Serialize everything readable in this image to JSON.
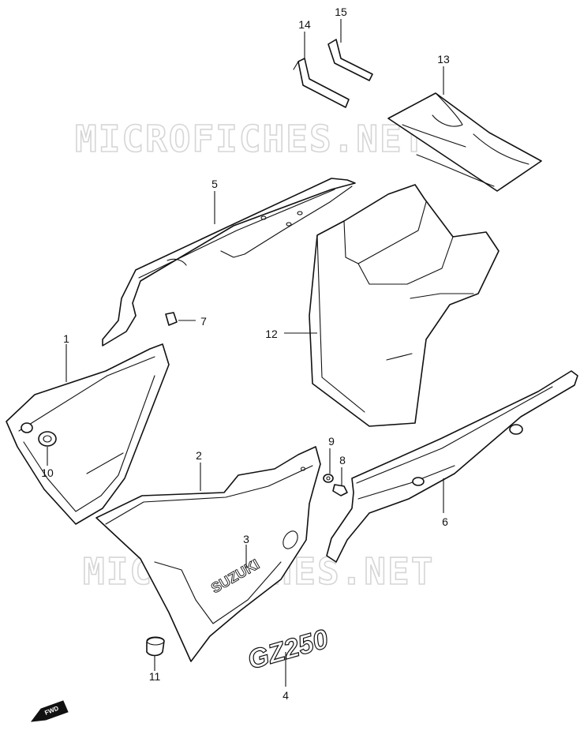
{
  "watermark": {
    "text_top": "MICROFICHES.NET",
    "text_bottom": "MICROFICHES.NET"
  },
  "emblems": {
    "brand_text": "SUZUKI",
    "model_text": "GZ250"
  },
  "direction_badge": {
    "text": "FWD"
  },
  "callouts": {
    "c1": "1",
    "c2": "2",
    "c3": "3",
    "c4": "4",
    "c5": "5",
    "c6": "6",
    "c7": "7",
    "c8": "8",
    "c9": "9",
    "c10": "10",
    "c11": "11",
    "c12": "12",
    "c13": "13",
    "c14": "14",
    "c15": "15"
  }
}
